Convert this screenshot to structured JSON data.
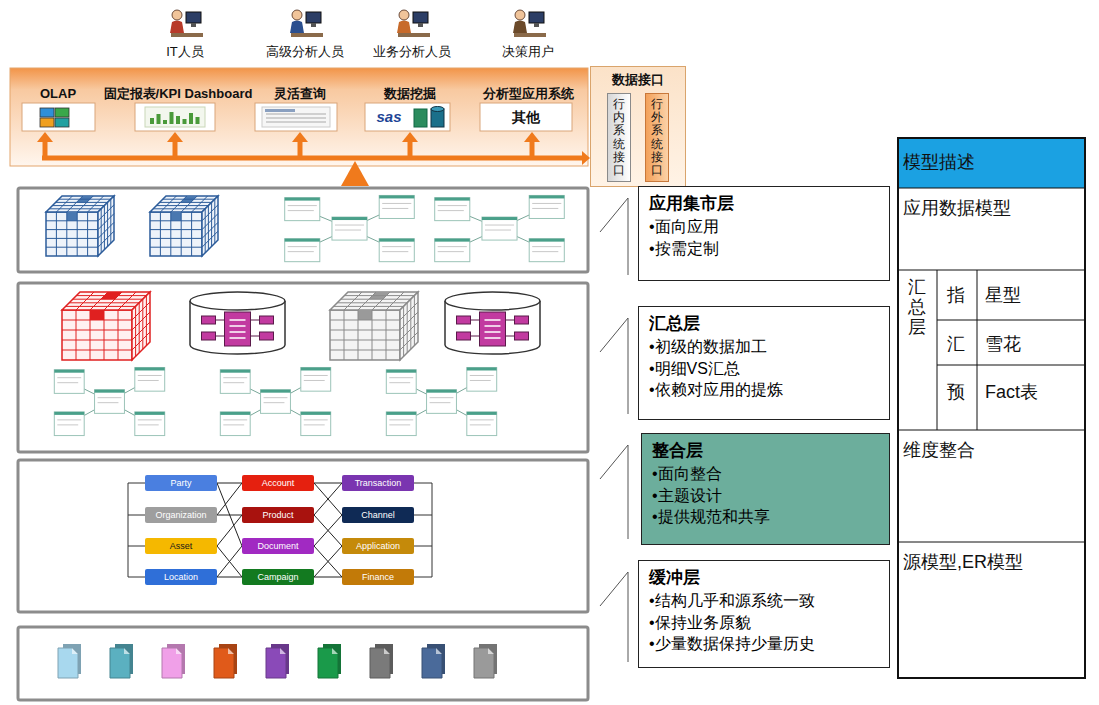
{
  "diagram": {
    "nodes": [
      {
        "text": [
          "OLAP"
        ]
      },
      {
        "text": [
          "固定报表/KPI Dashboard"
        ]
      },
      {
        "text": [
          "灵活查询"
        ]
      },
      {
        "text": [
          "数据挖掘",
          "sas"
        ]
      },
      {
        "text": [
          "分析型应用系统",
          "其他"
        ]
      },
      {
        "text": [
          "数据接口"
        ]
      },
      {
        "text": [
          "行内系统接口"
        ],
        "in": 5
      },
      {
        "text": [
          "行外系统接口"
        ],
        "in": 5
      },
      {
        "text": [
          "应用集市层",
          "•面向应用",
          "•按需定制"
        ]
      },
      {
        "text": [
          "汇总层",
          "•初级的数据加工",
          "•明细VS汇总",
          "•依赖对应用的提炼"
        ]
      },
      {
        "text": [
          "整合层",
          "•面向整合",
          "•主题设计",
          "•提供规范和共享"
        ]
      },
      {
        "text": [
          "缓冲层",
          "•结构几乎和源系统一致",
          "•保持业务原貌",
          "•少量数据保持少量历史"
        ]
      },
      {
        "text": [
          "Party"
        ]
      },
      {
        "text": [
          "Organization"
        ]
      },
      {
        "text": [
          "Asset"
        ]
      },
      {
        "text": [
          "Location"
        ]
      },
      {
        "text": [
          "Account"
        ]
      },
      {
        "text": [
          "Product"
        ]
      },
      {
        "text": [
          "Document"
        ]
      },
      {
        "text": [
          "Campaign"
        ]
      },
      {
        "text": [
          "Transaction"
        ]
      },
      {
        "text": [
          "Channel"
        ]
      },
      {
        "text": [
          "Application"
        ]
      },
      {
        "text": [
          "Finance"
        ]
      }
    ],
    "edges": [
      {
        "from": 12,
        "to": 16,
        "arrow": "none"
      },
      {
        "from": 12,
        "to": 18,
        "arrow": "none"
      },
      {
        "from": 13,
        "to": 16,
        "arrow": "none"
      },
      {
        "from": 13,
        "to": 17,
        "arrow": "none"
      },
      {
        "from": 14,
        "to": 17,
        "arrow": "none"
      },
      {
        "from": 14,
        "to": 19,
        "arrow": "none"
      },
      {
        "from": 15,
        "to": 18,
        "arrow": "none"
      },
      {
        "from": 15,
        "to": 19,
        "arrow": "none"
      },
      {
        "from": 16,
        "to": 20,
        "arrow": "none"
      },
      {
        "from": 16,
        "to": 21,
        "arrow": "none"
      },
      {
        "from": 17,
        "to": 20,
        "arrow": "none"
      },
      {
        "from": 17,
        "to": 22,
        "arrow": "none"
      },
      {
        "from": 18,
        "to": 21,
        "arrow": "none"
      },
      {
        "from": 18,
        "to": 23,
        "arrow": "none"
      },
      {
        "from": 19,
        "to": 22,
        "arrow": "none"
      },
      {
        "from": 19,
        "to": 23,
        "arrow": "none"
      }
    ],
    "labels": [
      "IT人员",
      "高级分析人员",
      "业务分析人员",
      "决策用户",
      "模型描述",
      "应用数据模型",
      "汇总层",
      "指",
      "星型",
      "汇",
      "雪花",
      "预",
      "Fact表",
      "维度整合",
      "源模型,ER模型"
    ]
  }
}
